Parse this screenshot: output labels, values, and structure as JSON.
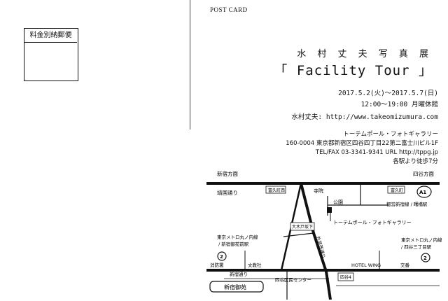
{
  "header": {
    "postcard": "POST CARD"
  },
  "stamp": {
    "label": "料金別納郵便"
  },
  "exhibition": {
    "title_line": "水 村 丈 夫 写 真 展",
    "title_main": "「 Facility Tour 」",
    "dates": "2017.5.2(火)〜2017.5.7(日)",
    "hours": "12:00〜19:00 月曜休館",
    "website": "水村丈夫: http://www.takeomizumura.com"
  },
  "gallery": {
    "name": "トーテムポール・フォトギャラリー",
    "address": "160-0004 東京都新宿区四谷四丁目22第二富士川ビル1F",
    "contact": "TEL/FAX 03-3341-9341 URL http://tppg.jp",
    "access": "各駅より徒歩7分"
  },
  "map": {
    "shinjuku_dir": "新宿方面",
    "yotsuya_dir": "四谷方面",
    "yasukuni": "靖国通り",
    "temple": "寺院",
    "park": "公園",
    "yotsuya_3": "富久町西",
    "yotsuya_2": "富久町",
    "route_badge": "A1",
    "line_a1": "都営新宿線 / 曙橋駅",
    "gallery_label": "トーテムポール・フォトギャラリー",
    "okido": "大木戸坂下",
    "gaien": "外苑西通り",
    "metro_left_1": "東京メトロ丸ノ内線",
    "metro_left_2": "/ 新宿御苑前駅",
    "metro_right_1": "東京メトロ丸ノ内線",
    "metro_right_2": "/ 四谷三丁目駅",
    "num_2": "2",
    "shobosho": "消防署",
    "bunkasha": "文教社",
    "shinjuku_dori": "新宿通り",
    "hotel": "HOTEL WING",
    "koban": "交番",
    "yotsuya4": "四谷4",
    "center": "四谷区民センター",
    "gyoen": "新宿御苑"
  }
}
